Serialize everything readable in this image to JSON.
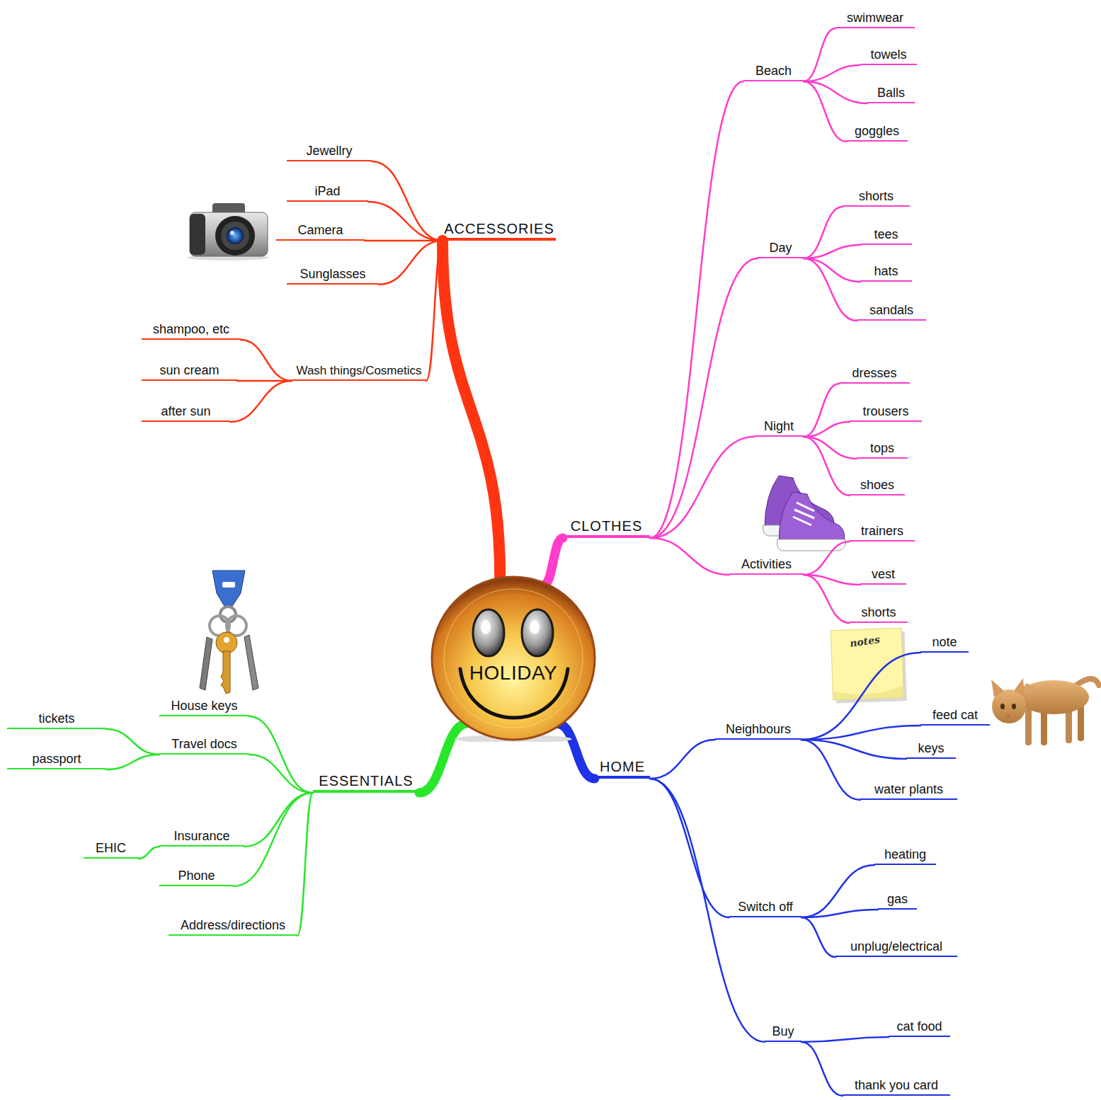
{
  "diagram": {
    "nodes": [
      {
        "text": [
          "HOLIDAY"
        ]
      },
      {
        "text": [
          "ACCESSORIES"
        ]
      },
      {
        "text": [
          "Jewellry"
        ]
      },
      {
        "text": [
          "iPad"
        ]
      },
      {
        "text": [
          "Camera"
        ]
      },
      {
        "text": [
          "Sunglasses"
        ]
      },
      {
        "text": [
          "Wash things/Cosmetics"
        ]
      },
      {
        "text": [
          "shampoo, etc"
        ]
      },
      {
        "text": [
          "sun cream"
        ]
      },
      {
        "text": [
          "after sun"
        ]
      },
      {
        "text": [
          "CLOTHES"
        ]
      },
      {
        "text": [
          "Beach"
        ]
      },
      {
        "text": [
          "swimwear"
        ]
      },
      {
        "text": [
          "towels"
        ]
      },
      {
        "text": [
          "Balls"
        ]
      },
      {
        "text": [
          "goggles"
        ]
      },
      {
        "text": [
          "Day"
        ]
      },
      {
        "text": [
          "shorts"
        ]
      },
      {
        "text": [
          "tees"
        ]
      },
      {
        "text": [
          "hats"
        ]
      },
      {
        "text": [
          "sandals"
        ]
      },
      {
        "text": [
          "Night"
        ]
      },
      {
        "text": [
          "dresses"
        ]
      },
      {
        "text": [
          "trousers"
        ]
      },
      {
        "text": [
          "tops"
        ]
      },
      {
        "text": [
          "shoes"
        ]
      },
      {
        "text": [
          "Activities"
        ]
      },
      {
        "text": [
          "trainers"
        ]
      },
      {
        "text": [
          "vest"
        ]
      },
      {
        "text": [
          "shorts"
        ]
      },
      {
        "text": [
          "HOME"
        ]
      },
      {
        "text": [
          "Neighbours"
        ]
      },
      {
        "text": [
          "note"
        ]
      },
      {
        "text": [
          "feed cat"
        ]
      },
      {
        "text": [
          "keys"
        ]
      },
      {
        "text": [
          "water plants"
        ]
      },
      {
        "text": [
          "Switch off"
        ]
      },
      {
        "text": [
          "heating"
        ]
      },
      {
        "text": [
          "gas"
        ]
      },
      {
        "text": [
          "unplug/electrical"
        ]
      },
      {
        "text": [
          "Buy"
        ]
      },
      {
        "text": [
          "cat food"
        ]
      },
      {
        "text": [
          "thank you card"
        ]
      },
      {
        "text": [
          "ESSENTIALS"
        ]
      },
      {
        "text": [
          "House keys"
        ]
      },
      {
        "text": [
          "Travel docs"
        ]
      },
      {
        "text": [
          "tickets"
        ]
      },
      {
        "text": [
          "passport"
        ]
      },
      {
        "text": [
          "Insurance"
        ]
      },
      {
        "text": [
          "EHIC"
        ]
      },
      {
        "text": [
          "Phone"
        ]
      },
      {
        "text": [
          "Address/directions"
        ]
      }
    ],
    "edges": [
      {
        "from": 0,
        "to": 1,
        "arrow": "none"
      },
      {
        "from": 0,
        "to": 10,
        "arrow": "none"
      },
      {
        "from": 0,
        "to": 30,
        "arrow": "none"
      },
      {
        "from": 0,
        "to": 43,
        "arrow": "none"
      },
      {
        "from": 1,
        "to": 2,
        "arrow": "none"
      },
      {
        "from": 1,
        "to": 3,
        "arrow": "none"
      },
      {
        "from": 1,
        "to": 4,
        "arrow": "none"
      },
      {
        "from": 1,
        "to": 5,
        "arrow": "none"
      },
      {
        "from": 1,
        "to": 6,
        "arrow": "none"
      },
      {
        "from": 6,
        "to": 7,
        "arrow": "none"
      },
      {
        "from": 6,
        "to": 8,
        "arrow": "none"
      },
      {
        "from": 6,
        "to": 9,
        "arrow": "none"
      },
      {
        "from": 10,
        "to": 11,
        "arrow": "none"
      },
      {
        "from": 10,
        "to": 16,
        "arrow": "none"
      },
      {
        "from": 10,
        "to": 21,
        "arrow": "none"
      },
      {
        "from": 10,
        "to": 26,
        "arrow": "none"
      },
      {
        "from": 11,
        "to": 12,
        "arrow": "none"
      },
      {
        "from": 11,
        "to": 13,
        "arrow": "none"
      },
      {
        "from": 11,
        "to": 14,
        "arrow": "none"
      },
      {
        "from": 11,
        "to": 15,
        "arrow": "none"
      },
      {
        "from": 16,
        "to": 17,
        "arrow": "none"
      },
      {
        "from": 16,
        "to": 18,
        "arrow": "none"
      },
      {
        "from": 16,
        "to": 19,
        "arrow": "none"
      },
      {
        "from": 16,
        "to": 20,
        "arrow": "none"
      },
      {
        "from": 21,
        "to": 22,
        "arrow": "none"
      },
      {
        "from": 21,
        "to": 23,
        "arrow": "none"
      },
      {
        "from": 21,
        "to": 24,
        "arrow": "none"
      },
      {
        "from": 21,
        "to": 25,
        "arrow": "none"
      },
      {
        "from": 26,
        "to": 27,
        "arrow": "none"
      },
      {
        "from": 26,
        "to": 28,
        "arrow": "none"
      },
      {
        "from": 26,
        "to": 29,
        "arrow": "none"
      },
      {
        "from": 30,
        "to": 31,
        "arrow": "none"
      },
      {
        "from": 30,
        "to": 36,
        "arrow": "none"
      },
      {
        "from": 30,
        "to": 40,
        "arrow": "none"
      },
      {
        "from": 31,
        "to": 32,
        "arrow": "none"
      },
      {
        "from": 31,
        "to": 33,
        "arrow": "none"
      },
      {
        "from": 31,
        "to": 34,
        "arrow": "none"
      },
      {
        "from": 31,
        "to": 35,
        "arrow": "none"
      },
      {
        "from": 36,
        "to": 37,
        "arrow": "none"
      },
      {
        "from": 36,
        "to": 38,
        "arrow": "none"
      },
      {
        "from": 36,
        "to": 39,
        "arrow": "none"
      },
      {
        "from": 40,
        "to": 41,
        "arrow": "none"
      },
      {
        "from": 40,
        "to": 42,
        "arrow": "none"
      },
      {
        "from": 43,
        "to": 44,
        "arrow": "none"
      },
      {
        "from": 43,
        "to": 45,
        "arrow": "none"
      },
      {
        "from": 43,
        "to": 48,
        "arrow": "none"
      },
      {
        "from": 43,
        "to": 50,
        "arrow": "none"
      },
      {
        "from": 43,
        "to": 51,
        "arrow": "none"
      },
      {
        "from": 45,
        "to": 46,
        "arrow": "none"
      },
      {
        "from": 45,
        "to": 47,
        "arrow": "none"
      },
      {
        "from": 48,
        "to": 49,
        "arrow": "none"
      }
    ],
    "labels": [
      "notes"
    ]
  }
}
